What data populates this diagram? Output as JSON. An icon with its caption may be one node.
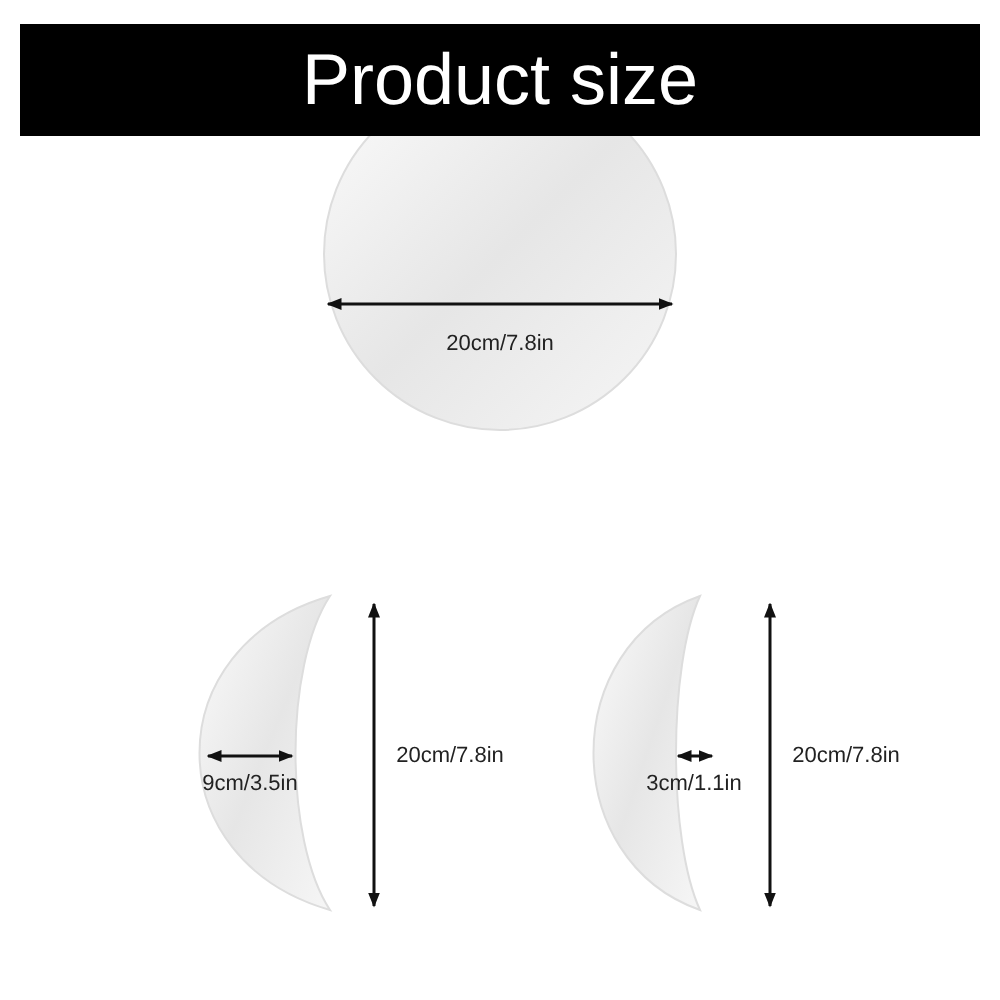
{
  "diagram": {
    "title": "Product size",
    "labels": [
      "20cm/7.8in",
      "9cm/3.5in",
      "20cm/7.8in",
      "3cm/1.1in",
      "20cm/7.8in"
    ]
  }
}
